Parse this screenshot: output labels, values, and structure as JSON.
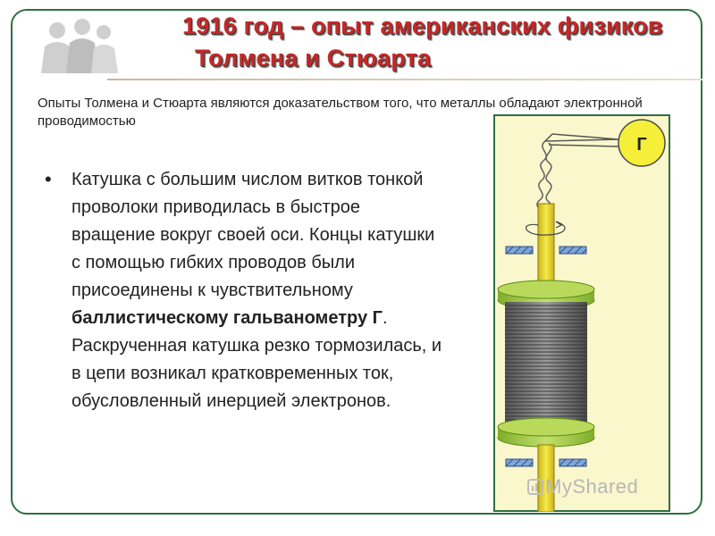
{
  "title": {
    "line1": "1916 год – опыт американских физиков",
    "line2": "Толмена и Стюарта"
  },
  "intro": "Опыты Толмена и Стюарта являются доказательством того, что металлы обладают электронной проводимостью",
  "bullet": {
    "part1": "Катушка с большим числом витков тонкой проволоки приводилась в быстрое вращение вокруг своей оси. Концы катушки с помощью гибких проводов были присоединены к чувствительному ",
    "bold": "баллистическому гальванометру Г",
    "part2": ". Раскрученная катушка резко тормозилась, и в цепи возникал кратковременных ток, обусловленный инерцией электронов."
  },
  "diagram": {
    "galvanometer_label": "Г"
  },
  "watermark": "MyShared",
  "colors": {
    "title_red": "#c62828",
    "frame_green": "#2f6f44",
    "diagram_bg": "#fbf7cc",
    "flange_green": "#a8cf4a",
    "axle_yellow": "#f2e233"
  }
}
